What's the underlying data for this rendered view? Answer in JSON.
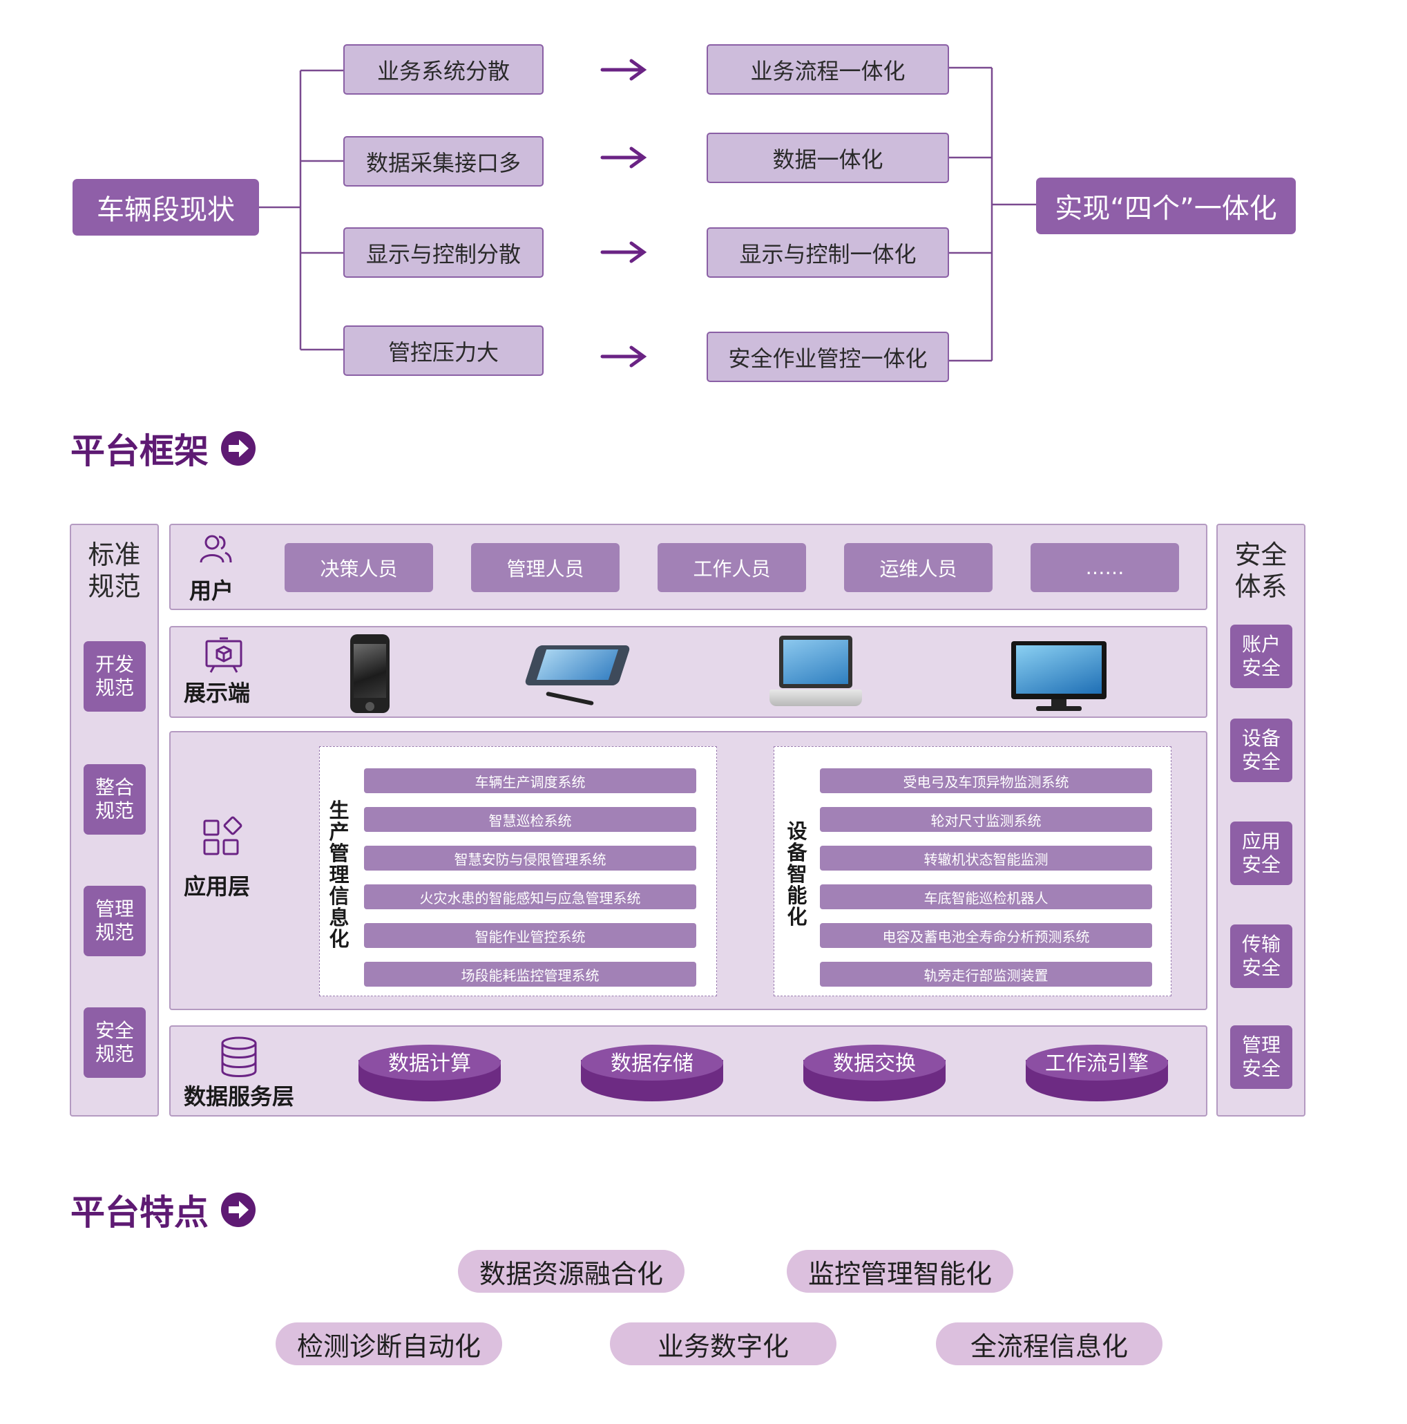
{
  "top": {
    "left_box": "车辆段现状",
    "problems": [
      "业务系统分散",
      "数据采集接口多",
      "显示与控制分散",
      "管控压力大"
    ],
    "solutions": [
      "业务流程一体化",
      "数据一体化",
      "显示与控制一体化",
      "安全作业管控一体化"
    ],
    "right_box": "实现“四个”一体化"
  },
  "framework": {
    "title": "平台框架",
    "left_column": {
      "title": "标准\n规范",
      "items": [
        "开发\n规范",
        "整合\n规范",
        "管理\n规范",
        "安全\n规范"
      ]
    },
    "right_column": {
      "title": "安全\n体系",
      "items": [
        "账户\n安全",
        "设备\n安全",
        "应用\n安全",
        "传输\n安全",
        "管理\n安全"
      ]
    },
    "user_layer": {
      "label": "用户",
      "roles": [
        "决策人员",
        "管理人员",
        "工作人员",
        "运维人员",
        "……"
      ]
    },
    "display_layer": {
      "label": "展示端",
      "devices": [
        "smartphone-icon",
        "tablet-icon",
        "laptop-icon",
        "monitor-icon"
      ]
    },
    "app_layer": {
      "label": "应用层",
      "group1": {
        "title": "生产管理信息化",
        "systems": [
          "车辆生产调度系统",
          "智慧巡检系统",
          "智慧安防与侵限管理系统",
          "火灾水患的智能感知与应急管理系统",
          "智能作业管控系统",
          "场段能耗监控管理系统"
        ]
      },
      "group2": {
        "title": "设备智能化",
        "systems": [
          "受电弓及车顶异物监测系统",
          "轮对尺寸监测系统",
          "转辙机状态智能监测",
          "车底智能巡检机器人",
          "电容及蓄电池全寿命分析预测系统",
          "轨旁走行部监测装置"
        ]
      }
    },
    "data_layer": {
      "label": "数据服务层",
      "services": [
        "数据计算",
        "数据存储",
        "数据交换",
        "工作流引擎"
      ]
    }
  },
  "features": {
    "title": "平台特点",
    "row1": [
      "数据资源融合化",
      "监控管理智能化"
    ],
    "row2": [
      "检测诊断自动化",
      "业务数字化",
      "全流程信息化"
    ]
  },
  "colors": {
    "accent_dark": "#5e1a73",
    "box_mid": "#8f5fa8",
    "box_light": "#cdbcdb",
    "panel_bg": "#e5d8ea"
  }
}
